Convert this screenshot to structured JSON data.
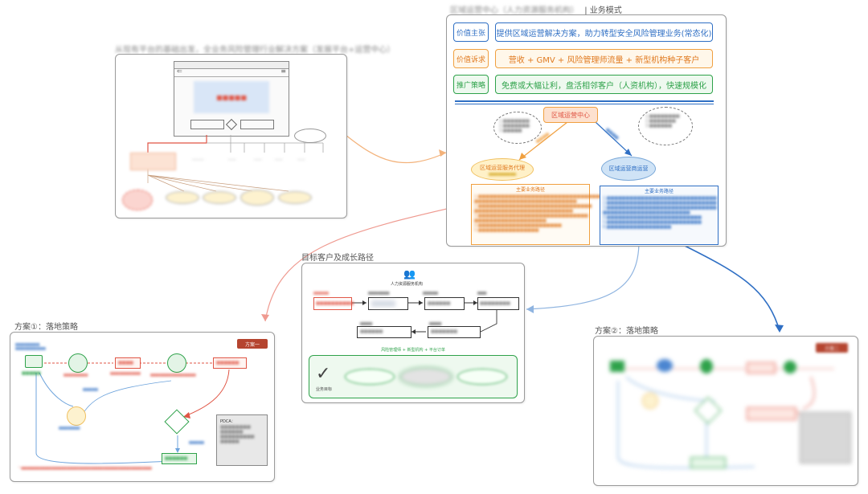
{
  "panels": {
    "overview": {
      "title_blurred": "从现有平台的基础出发，全业务风险管理行业解决方案（发展平台+运营中心）"
    },
    "business": {
      "title_blurred": "区域运营中心（人力资源服务机构）",
      "title_suffix": "| 业务模式",
      "rows": [
        {
          "label": "价值主张",
          "value": "提供区域运营解决方案，助力转型安全风险管理业务(常态化)"
        },
        {
          "label": "价值诉求",
          "value": "营收 + GMV + 风险管理师流量 + 新型机构种子客户"
        },
        {
          "label": "推广策略",
          "value": "免费或大幅让利，盘活相邻客户（人资机构），快速规模化"
        }
      ],
      "center_node": "区域运营中心",
      "left_node": "区域运营服务代理",
      "right_node": "区域运营商运营",
      "left_route_title": "主要业务路径",
      "right_route_title": "主要业务路径"
    },
    "target": {
      "title": "目标客户及成长路径",
      "header": "人力资源服务机构",
      "footer_line": "风险管理师 + 新型机构 + 平台订单",
      "check_label": "业务目标"
    },
    "plan1": {
      "title": "方案①：落地策略",
      "tag": "方案一",
      "note_title": "PDCA："
    },
    "plan2": {
      "title": "方案②：落地策略",
      "tag": "方案二"
    }
  },
  "colors": {
    "red": "#e05545",
    "orange": "#f0a040",
    "green": "#2ea24a",
    "blue": "#2f6fc4",
    "panel_border": "#9a9a9a"
  }
}
